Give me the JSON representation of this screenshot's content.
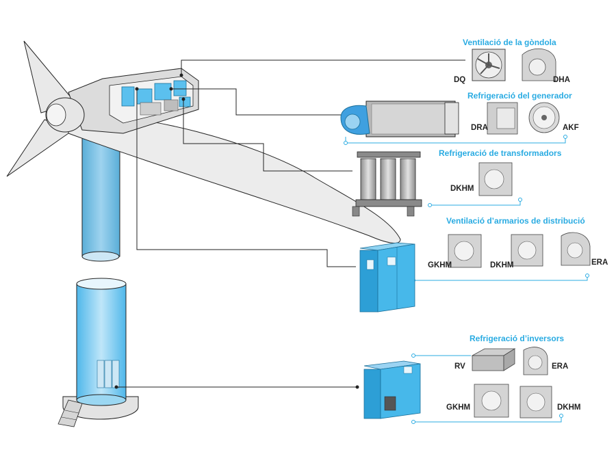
{
  "colors": {
    "accent": "#29abe2",
    "cabinet": "#3fb5e6",
    "steel": "#c9c9c9",
    "line": "#222222"
  },
  "sections": {
    "gondola": {
      "title": "Ventilació de la gòndola",
      "items": [
        "DQ",
        "DHA"
      ]
    },
    "generator": {
      "title": "Refrigeració del generador",
      "items": [
        "DRA",
        "AKF"
      ]
    },
    "transformers": {
      "title": "Refrigeració de transformadors",
      "items": [
        "DKHM"
      ]
    },
    "cabinets": {
      "title": "Ventilació d’armarios de distribució",
      "items": [
        "GKHM",
        "DKHM",
        "ERA"
      ]
    },
    "inverters": {
      "title": "Refrigeració d’inversors",
      "items": [
        "RV",
        "ERA",
        "GKHM",
        "DKHM"
      ]
    }
  }
}
